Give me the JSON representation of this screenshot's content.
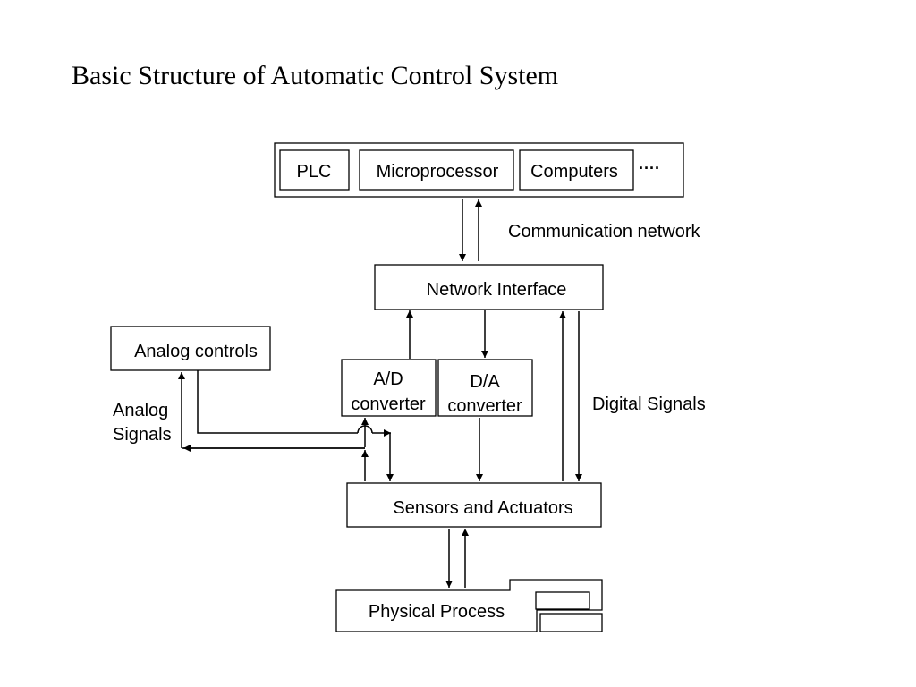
{
  "title": "Basic Structure of Automatic Control System",
  "controllers": {
    "plc": "PLC",
    "microprocessor": "Microprocessor",
    "computers": "Computers",
    "more": "····"
  },
  "labels": {
    "communication_network": "Communication network",
    "network_interface": "Network Interface",
    "analog_controls": "Analog controls",
    "ad_converter_line1": "A/D",
    "ad_converter_line2": "converter",
    "da_converter_line1": "D/A",
    "da_converter_line2": "converter",
    "analog_signals_line1": "Analog",
    "analog_signals_line2": "Signals",
    "digital_signals": "Digital Signals",
    "sensors_actuators": "Sensors and Actuators",
    "physical_process": "Physical Process"
  }
}
